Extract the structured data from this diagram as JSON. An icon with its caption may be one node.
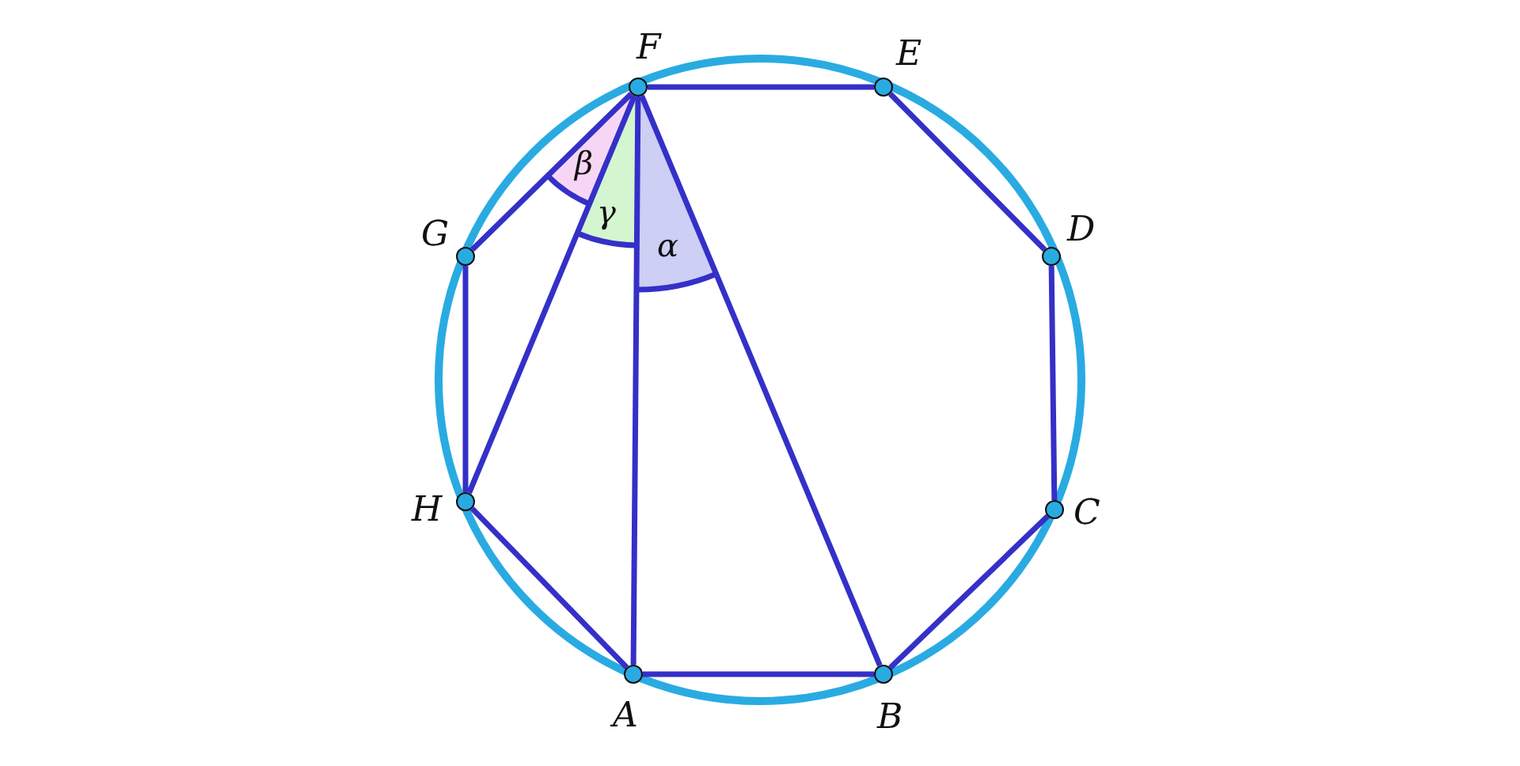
{
  "diagram": {
    "nodes": [
      {
        "text": [],
        "shape": "circle",
        "beside": [
          "F"
        ]
      },
      {
        "text": [],
        "shape": "circle",
        "beside": [
          "E"
        ]
      },
      {
        "text": [],
        "shape": "circle",
        "beside": [
          "G"
        ]
      },
      {
        "text": [],
        "shape": "circle",
        "beside": [
          "D"
        ]
      },
      {
        "text": [],
        "shape": "circle",
        "beside": [
          "H"
        ]
      },
      {
        "text": [],
        "shape": "circle",
        "beside": [
          "C"
        ]
      },
      {
        "text": [],
        "shape": "circle",
        "beside": [
          "A"
        ]
      },
      {
        "text": [],
        "shape": "circle",
        "beside": [
          "B"
        ]
      }
    ],
    "edges": [
      {
        "from": 0,
        "to": 1,
        "arrow": "none"
      },
      {
        "from": 1,
        "to": 3,
        "arrow": "none"
      },
      {
        "from": 3,
        "to": 5,
        "arrow": "none"
      },
      {
        "from": 5,
        "to": 7,
        "arrow": "none"
      },
      {
        "from": 7,
        "to": 6,
        "arrow": "none"
      },
      {
        "from": 6,
        "to": 4,
        "arrow": "none"
      },
      {
        "from": 4,
        "to": 2,
        "arrow": "none"
      },
      {
        "from": 2,
        "to": 0,
        "arrow": "none"
      },
      {
        "from": 0,
        "to": 4,
        "arrow": "none"
      },
      {
        "from": 0,
        "to": 6,
        "arrow": "none"
      },
      {
        "from": 0,
        "to": 7,
        "arrow": "none"
      }
    ],
    "labels": [
      "β",
      "γ",
      "α"
    ]
  }
}
